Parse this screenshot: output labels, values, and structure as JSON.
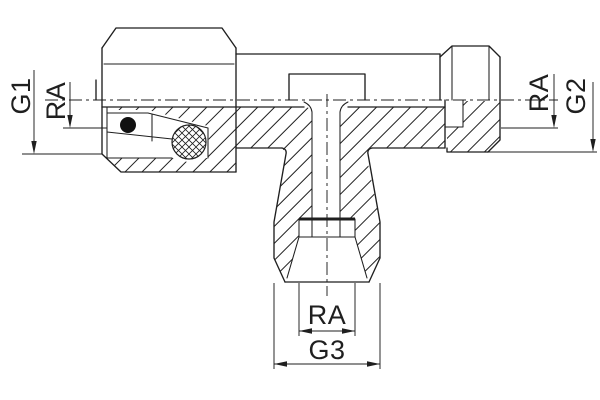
{
  "drawing": {
    "kind": "tee-fitting-cross-section",
    "labels": {
      "left_port_thread": "G1",
      "left_port_seal": "RA",
      "right_port_seal": "RA",
      "right_port_thread": "G2",
      "bottom_port_seal": "RA",
      "bottom_port_thread": "G3"
    },
    "colors": {
      "line": "#1f1f1f",
      "background": "#ffffff",
      "seal_fill": "#111111"
    }
  }
}
